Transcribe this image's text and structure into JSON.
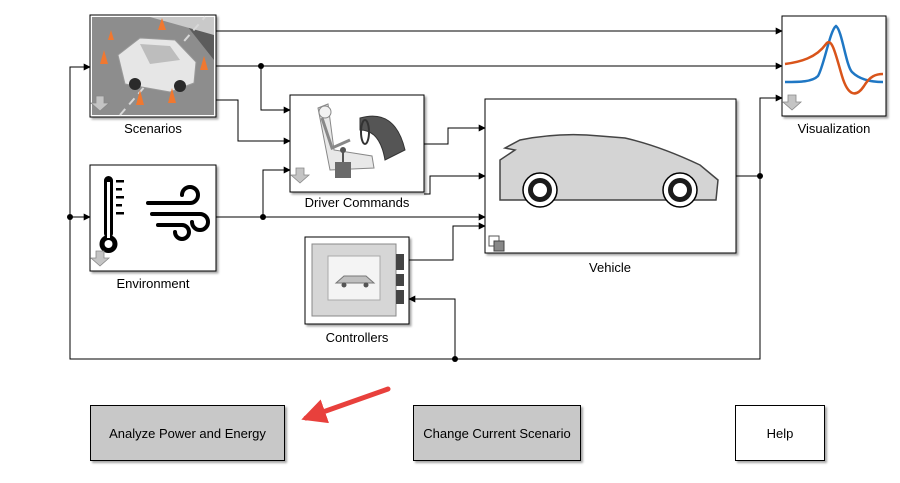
{
  "blocks": {
    "scenarios": "Scenarios",
    "environment": "Environment",
    "driver_commands": "Driver Commands",
    "vehicle": "Vehicle",
    "controllers": "Controllers",
    "visualization": "Visualization"
  },
  "buttons": {
    "analyze": "Analyze Power and Energy",
    "change_scenario": "Change Current Scenario",
    "help": "Help"
  },
  "colors": {
    "annotation_arrow": "#e8403c",
    "plot_blue": "#1f77c4",
    "plot_orange": "#d9541a",
    "button_gray": "#c8c8c8"
  }
}
